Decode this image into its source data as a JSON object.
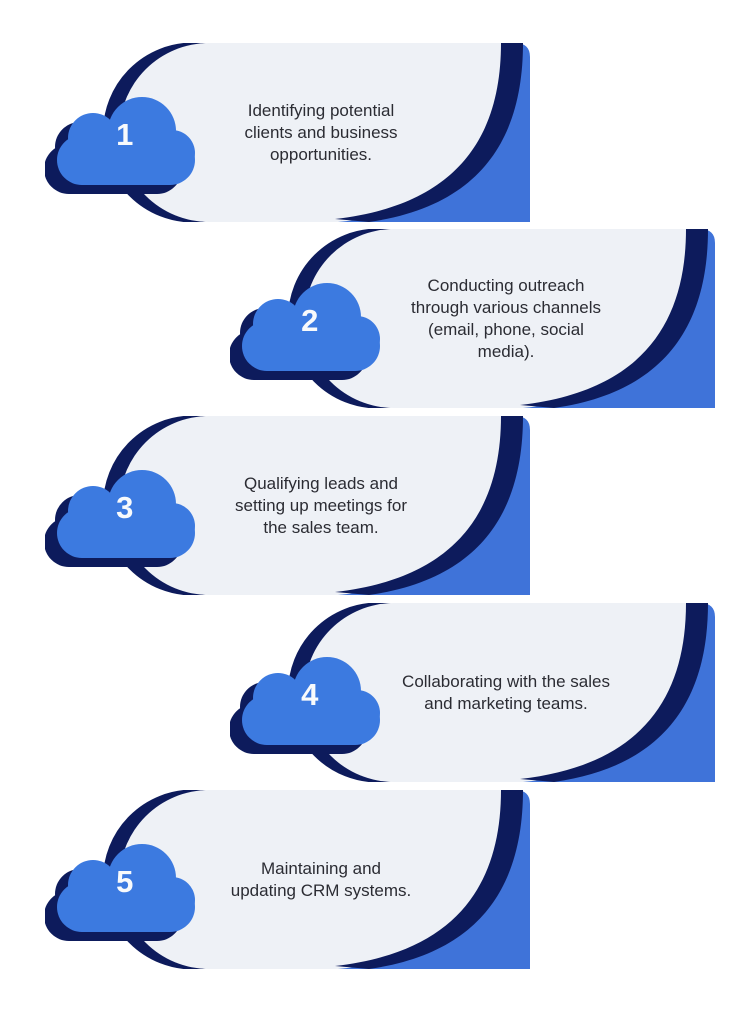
{
  "colors": {
    "navy": "#0d1b5c",
    "accent-blue": "#3f73d9",
    "cloud-blue": "#3c7ae0",
    "pill-fill": "#eef1f6",
    "text-color": "#2b2c33",
    "number-color": "#f8fafc",
    "background": "#ffffff"
  },
  "steps": [
    {
      "number": "1",
      "text": "Identifying potential\nclients and business\nopportunities."
    },
    {
      "number": "2",
      "text": "Conducting outreach\nthrough various channels\n(email, phone, social\nmedia)."
    },
    {
      "number": "3",
      "text": "Qualifying leads and\nsetting up meetings for\nthe sales team."
    },
    {
      "number": "4",
      "text": "Collaborating with the sales\nand marketing teams."
    },
    {
      "number": "5",
      "text": "Maintaining and\nupdating CRM systems."
    }
  ]
}
